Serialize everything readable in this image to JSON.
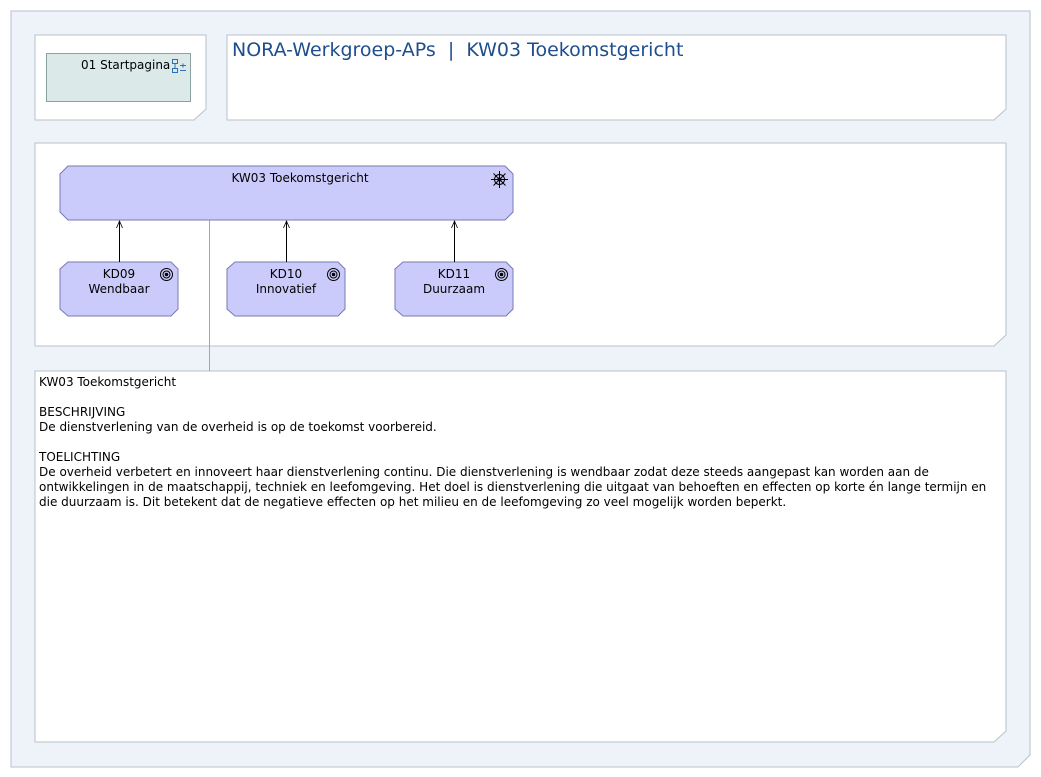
{
  "nav": {
    "label": "01 Startpagina",
    "icon": "hierarchy-icon"
  },
  "header": {
    "model": "NORA-Werkgroep-APs",
    "separator": "|",
    "view": "KW03 Toekomstgericht"
  },
  "diagram": {
    "parent": {
      "label": "KW03 Toekomstgericht",
      "icon": "driver-icon"
    },
    "children": [
      {
        "code": "KD09",
        "name": "Wendbaar",
        "icon": "goal-icon"
      },
      {
        "code": "KD10",
        "name": "Innovatief",
        "icon": "goal-icon"
      },
      {
        "code": "KD11",
        "name": "Duurzaam",
        "icon": "goal-icon"
      }
    ]
  },
  "description": {
    "title": "KW03 Toekomstgericht",
    "section1_heading": "BESCHRIJVING",
    "section1_text": "De dienstverlening van de overheid is op de toekomst voorbereid.",
    "section2_heading": "TOELICHTING",
    "section2_text": "De overheid verbetert en innoveert haar dienstverlening continu. Die dienstverlening is wendbaar zodat deze steeds aangepast kan worden aan de ontwikkelingen in de maatschappij, techniek en leefomgeving. Het doel is dienstverlening die uitgaat van behoeften en effecten op korte én lange termijn en die duurzaam is. Dit betekent dat de negatieve effecten op het milieu en de leefomgeving zo veel mogelijk worden beperkt."
  },
  "colors": {
    "outer_fill": "#eef3fa",
    "frame_stroke": "#b9c1c9",
    "nav_fill": "#dbeae8",
    "node_fill": "#cbcbfb",
    "node_stroke": "#7878b0",
    "title_color": "#1f4e8c"
  }
}
